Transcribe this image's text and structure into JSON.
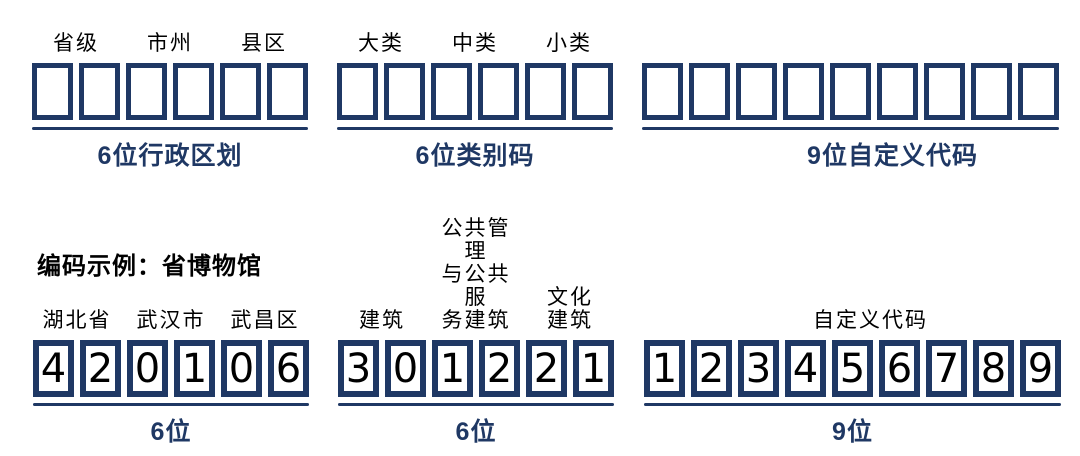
{
  "diagram": {
    "colors": {
      "navy": "#1f3864",
      "text": "#000000"
    },
    "structure_row": {
      "groups": [
        {
          "name": "admin-division",
          "labels": [
            "省级",
            "市州",
            "县区"
          ],
          "box_count": 6,
          "caption": "6位行政区划"
        },
        {
          "name": "category-code",
          "labels": [
            "大类",
            "中类",
            "小类"
          ],
          "box_count": 6,
          "caption": "6位类别码"
        },
        {
          "name": "custom-code",
          "labels": [],
          "box_count": 9,
          "caption": "9位自定义代码"
        }
      ]
    },
    "example_row": {
      "heading": "编码示例：省博物馆",
      "groups": [
        {
          "name": "admin-division-example",
          "labels": [
            "湖北省",
            "武汉市",
            "武昌区"
          ],
          "digits": [
            "4",
            "2",
            "0",
            "1",
            "0",
            "6"
          ],
          "caption": "6位"
        },
        {
          "name": "category-code-example",
          "labels": [
            "建筑",
            "公共管理\n与公共服\n务建筑",
            "文化\n建筑"
          ],
          "digits": [
            "3",
            "0",
            "1",
            "2",
            "2",
            "1"
          ],
          "caption": "6位"
        },
        {
          "name": "custom-code-example",
          "labels": [
            "自定义代码"
          ],
          "digits": [
            "1",
            "2",
            "3",
            "4",
            "5",
            "6",
            "7",
            "8",
            "9"
          ],
          "caption": "9位"
        }
      ]
    }
  }
}
